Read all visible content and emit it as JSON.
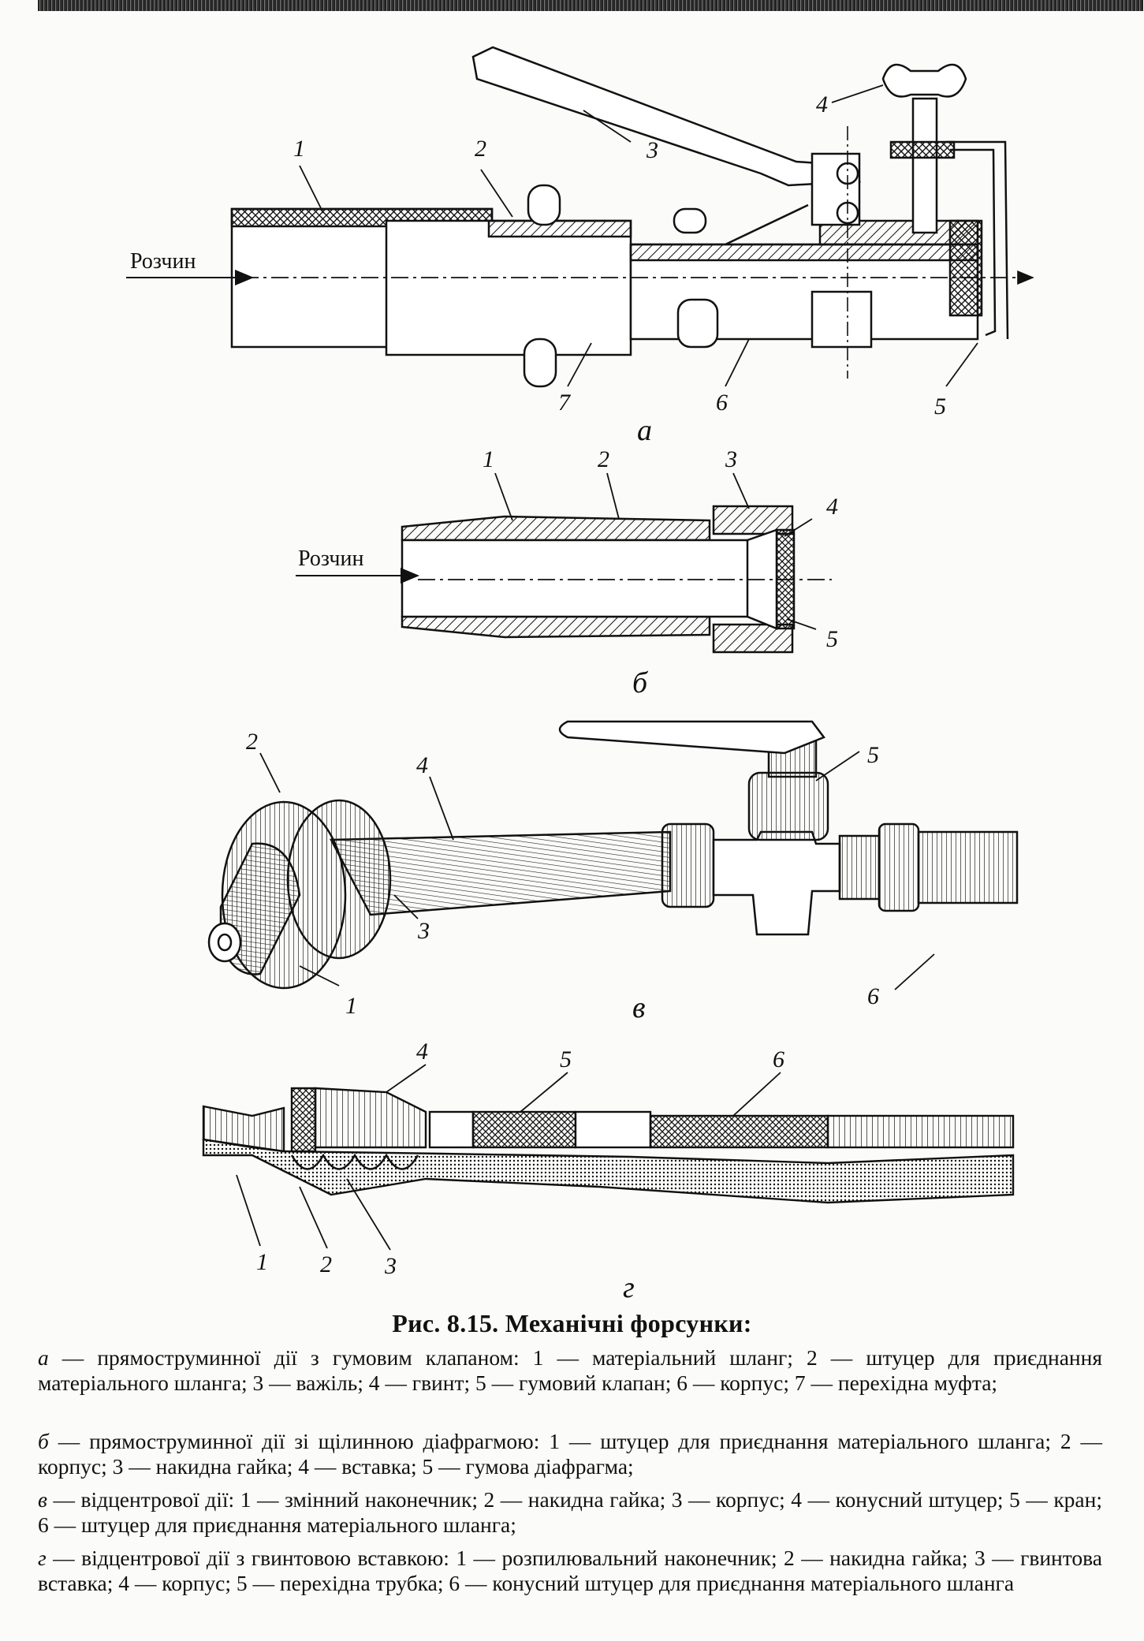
{
  "figure": {
    "label_solution": "Розчин",
    "panels": {
      "a": {
        "letter": "а",
        "callouts": [
          "1",
          "2",
          "3",
          "4",
          "5",
          "6",
          "7"
        ]
      },
      "b": {
        "letter": "б",
        "callouts": [
          "1",
          "2",
          "3",
          "4",
          "5"
        ]
      },
      "v": {
        "letter": "в",
        "callouts": [
          "1",
          "2",
          "3",
          "4",
          "5",
          "6"
        ]
      },
      "g": {
        "letter": "г",
        "callouts": [
          "1",
          "2",
          "3",
          "4",
          "5",
          "6"
        ]
      }
    }
  },
  "caption": {
    "title": "Рис. 8.15. Механічні форсунки:",
    "items": [
      {
        "letter": "а",
        "text": " — прямоструминної дії з гумовим клапаном: 1 — матеріальний шланг; 2 — штуцер для приєднання матеріального шланга; 3 — важіль; 4 — гвинт; 5 — гумовий клапан; 6 — корпус; 7 — перехідна муфта;"
      },
      {
        "letter": "б",
        "text": " — прямоструминної дії зі щілинною діафрагмою: 1 — штуцер для приєднання матеріального шланга; 2 — корпус; 3 — накидна гайка; 4 — вставка; 5 — гумова діафрагма;"
      },
      {
        "letter": "в",
        "text": " — відцентрової дії: 1 — змінний наконечник; 2 — накидна гайка; 3 — корпус; 4 — конусний штуцер; 5 — кран; 6 — штуцер для приєднання матеріального шланга;"
      },
      {
        "letter": "г",
        "text": " — відцентрової дії з гвинтовою вставкою: 1 — розпилювальний наконечник; 2 — накидна гайка; 3 — гвинтова вставка; 4 — корпус; 5 — перехідна трубка; 6 — конусний штуцер для приєднання матеріального шланга"
      }
    ]
  }
}
